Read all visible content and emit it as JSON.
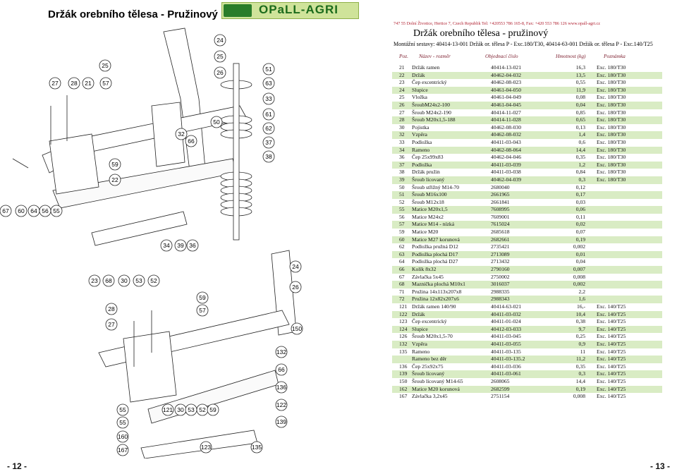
{
  "left_title": "Držák orebního tělesa - Pružinový",
  "logo_text": "OPaLL-AGRI",
  "contact": "747 55 Dolní Životice, Hertice 7, Czech Republik  Tel: +420553 786 165-8,  Fax: +420 553 786 126  www.opall-agri.cz",
  "right_title": "Držák orebního tělesa - pružinový",
  "assembly": "Montážní sestavy: 40414-13-001 Držák or. tělesa P - Exc.180/T30,  40414-63-001 Držák or. tělesa P - Exc.140/T25",
  "headers": {
    "pos": "Poz.",
    "name": "Název - rozměr",
    "code": "Objednací číslo",
    "weight": "Hmotnost (kg)",
    "note": "Poznámka"
  },
  "rows": [
    [
      "21",
      "Držák ramen",
      "40414-13-021",
      "16,3",
      "Exc. 180/T30"
    ],
    [
      "22",
      "Držák",
      "40462-04-032",
      "13,5",
      "Exc. 180/T30"
    ],
    [
      "23",
      "Čep excentrický",
      "40462-08-023",
      "0,55",
      "Exc. 180/T30"
    ],
    [
      "24",
      "Slupice",
      "40461-04-050",
      "11,9",
      "Exc. 180/T30"
    ],
    [
      "25",
      "Vložka",
      "40461-04-049",
      "0,08",
      "Exc. 180/T30"
    ],
    [
      "26",
      "ŠroubM24x2-100",
      "40461-04-045",
      "0,04",
      "Exc. 180/T30"
    ],
    [
      "27",
      "Šroub M24x2-190",
      "40414-11-027",
      "0,85",
      "Exc. 180/T30"
    ],
    [
      "28",
      "Šroub M20x1,5-188",
      "40414-11-028",
      "0,65",
      "Exc. 180/T30"
    ],
    [
      "30",
      "Pojistka",
      "40462-08-030",
      "0,13",
      "Exc. 180/T30"
    ],
    [
      "32",
      "Vzpěra",
      "40462-08-032",
      "1,4",
      "Exc. 180/T30"
    ],
    [
      "33",
      "Podložka",
      "40411-03-043",
      "0,6",
      "Exc. 180/T30"
    ],
    [
      "34",
      "Rameno",
      "40462-08-064",
      "14,4",
      "Exc. 180/T30"
    ],
    [
      "36",
      "Čep 25x99x83",
      "40462-04-046",
      "0,35",
      "Exc. 180/T30"
    ],
    [
      "37",
      "Podložka",
      "40411-03-039",
      "1,2",
      "Exc. 180/T30"
    ],
    [
      "38",
      "Držák pružin",
      "40411-03-038",
      "0,84",
      "Exc. 180/T30"
    ],
    [
      "39",
      "Šroub lícovaný",
      "40462-04-039",
      "0,3",
      "Exc. 180/T30"
    ],
    [
      "50",
      "Šroub střižný M14-70",
      "2680040",
      "0,12",
      ""
    ],
    [
      "51",
      "Šroub M16x100",
      "2661965",
      "0,17",
      ""
    ],
    [
      "52",
      "Šroub M12x18",
      "2661841",
      "0,03",
      ""
    ],
    [
      "55",
      "Matice M20x1,5",
      "7608995",
      "0,06",
      ""
    ],
    [
      "56",
      "Matice M24x2",
      "7609001",
      "0,11",
      ""
    ],
    [
      "57",
      "Matice  M14 - nízká",
      "7615024",
      "0,02",
      ""
    ],
    [
      "59",
      "Matice M20",
      "2685618",
      "0,07",
      ""
    ],
    [
      "60",
      "Matice M27 korunová",
      "2682661",
      "0,19",
      ""
    ],
    [
      "62",
      "Podložka pružná D12",
      "2735421",
      "0,002",
      ""
    ],
    [
      "63",
      "Podložka plochá D17",
      "2713089",
      "0,01",
      ""
    ],
    [
      "64",
      "Podložka plochá D27",
      "2713432",
      "0,04",
      ""
    ],
    [
      "66",
      "Kolík 8x32",
      "2790160",
      "0,007",
      ""
    ],
    [
      "67",
      "Závlačka 5x45",
      "2750002",
      "0,008",
      ""
    ],
    [
      "68",
      "Maznička plochá M10x1",
      "3016037",
      "0,002",
      ""
    ],
    [
      "71",
      "Pružina 14x113x207x8",
      "2988335",
      "2,2",
      ""
    ],
    [
      "72",
      "Pružina 12x82x207x6",
      "2988343",
      "1,6",
      ""
    ],
    [
      "121",
      "Držák ramen 140/90",
      "40414-63-021",
      "16,-",
      "Exc. 140/T25"
    ],
    [
      "122",
      "Držák",
      "40411-03-032",
      "10,4",
      "Exc. 140/T25"
    ],
    [
      "123",
      "Čep excentrický",
      "40411-01-024",
      "0,38",
      "Exc. 140/T25"
    ],
    [
      "124",
      "Slupice",
      "40412-03-033",
      "9,7",
      "Exc. 140/T25"
    ],
    [
      "126",
      "Šroub M20x1,5-70",
      "40411-03-045",
      "0,25",
      "Exc. 140/T25"
    ],
    [
      "132",
      "Vzpěra",
      "40411-03-055",
      "0,9",
      "Exc. 140/T25"
    ],
    [
      "135",
      "Rameno",
      "40411-03-135",
      "11",
      "Exc. 140/T25"
    ],
    [
      "",
      "Rameno bez děr",
      "40411-03-135.2",
      "11,2",
      "Exc. 140/T25"
    ],
    [
      "136",
      "Čep 25x92x75",
      "40411-03-036",
      "0,35",
      "Exc. 140/T25"
    ],
    [
      "139",
      "Šroub lícovaný",
      "40411-03-061",
      "0,3",
      "Exc. 140/T25"
    ],
    [
      "150",
      "Šroub lícovaný M14-65",
      "2608065",
      "14,4",
      "Exc. 140/T25"
    ],
    [
      "162",
      "Matice M20 korunová",
      "2682599",
      "0,19",
      "Exc. 140/T25"
    ],
    [
      "167",
      "Závlačka 3,2x45",
      "2751154",
      "0,008",
      "Exc. 140/T25"
    ]
  ],
  "callouts": [
    "24",
    "25",
    "26",
    "51",
    "63",
    "33",
    "61",
    "62",
    "37",
    "38",
    "25",
    "27",
    "28",
    "21",
    "57",
    "32",
    "66",
    "50",
    "59",
    "22",
    "67",
    "60",
    "64",
    "56",
    "55",
    "34",
    "39",
    "36",
    "23",
    "68",
    "30",
    "53",
    "52",
    "24",
    "26",
    "59",
    "57",
    "150",
    "28",
    "27",
    "132",
    "66",
    "136",
    "122",
    "55",
    "121",
    "30",
    "53",
    "52",
    "59",
    "55",
    "139",
    "160",
    "167",
    "123",
    "135"
  ],
  "page_left": "- 12 -",
  "page_right": "- 13 -",
  "colors": {
    "row_highlight": "#d9ecc4",
    "logo_bg": "#cfe39a",
    "logo_green": "#1c6b1c",
    "header_text": "#7a1a2a",
    "contact_text": "#b02030"
  }
}
